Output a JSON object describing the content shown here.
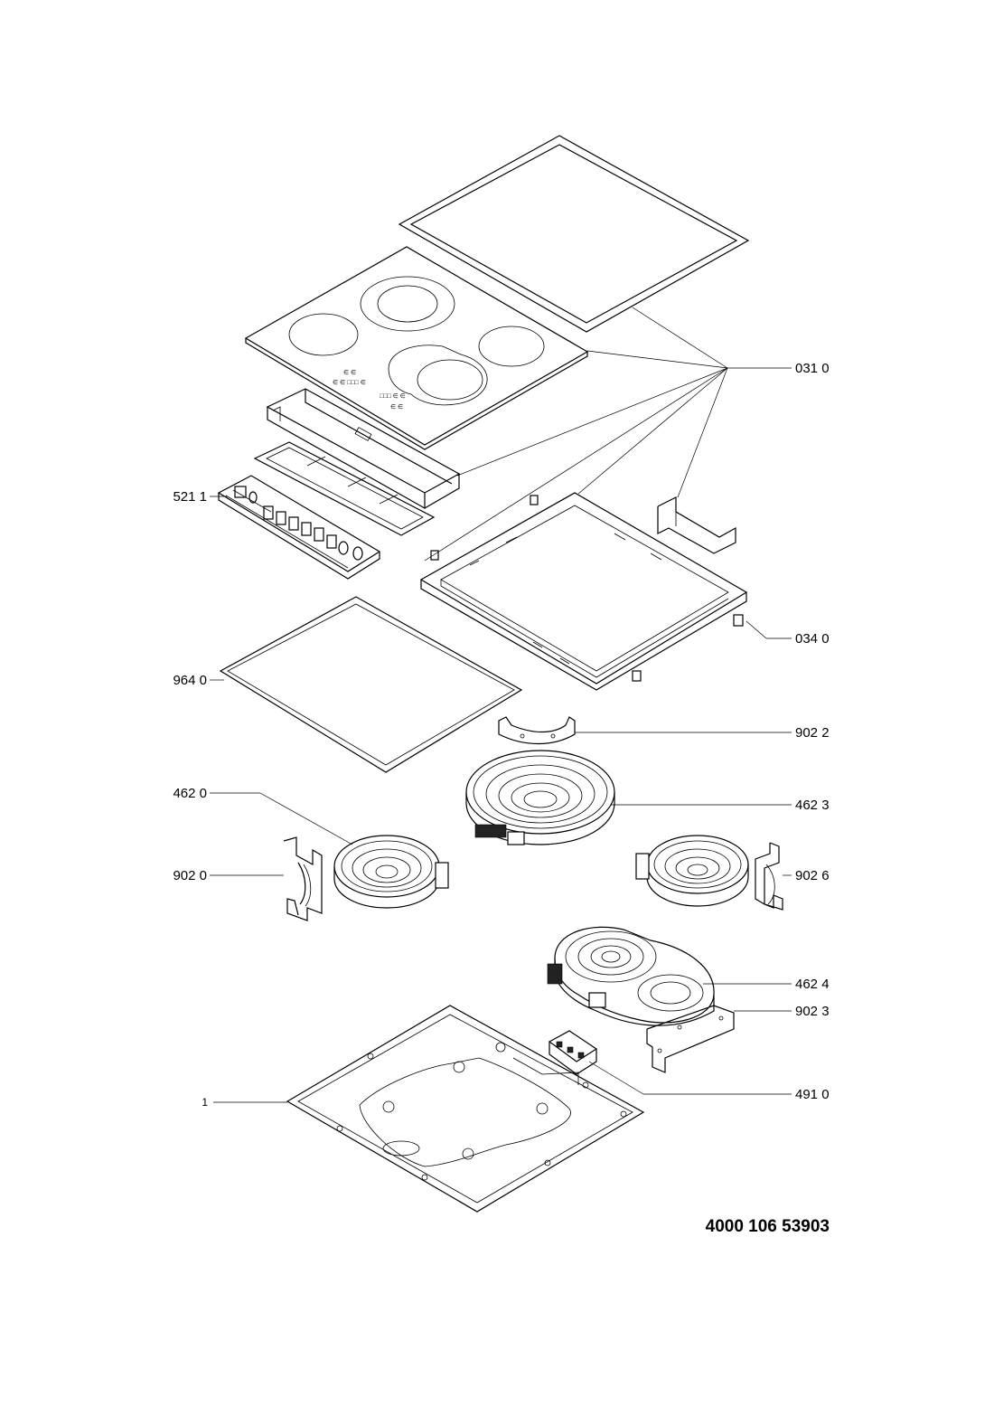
{
  "document_number": "4000 106 53903",
  "part_labels": {
    "p0310": "031 0",
    "p5211": "521 1",
    "p0340": "034 0",
    "p9640": "964 0",
    "p9022": "902 2",
    "p4620": "462 0",
    "p4623": "462 3",
    "p9020": "902 0",
    "p9026": "902 6",
    "p4624": "462 4",
    "p9023": "902 3",
    "p4910": "491 0",
    "p1": "1"
  }
}
